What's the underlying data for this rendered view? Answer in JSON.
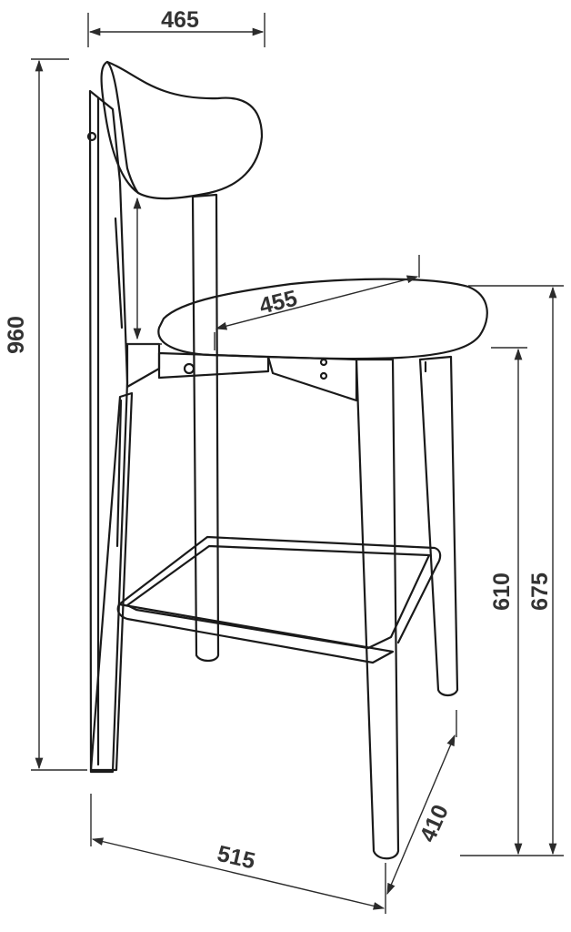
{
  "dimensions": {
    "top_width": "465",
    "total_height": "960",
    "seat_depth": "455",
    "seat_height": "675",
    "footrest_height": "610",
    "base_width": "515",
    "base_depth": "410"
  }
}
